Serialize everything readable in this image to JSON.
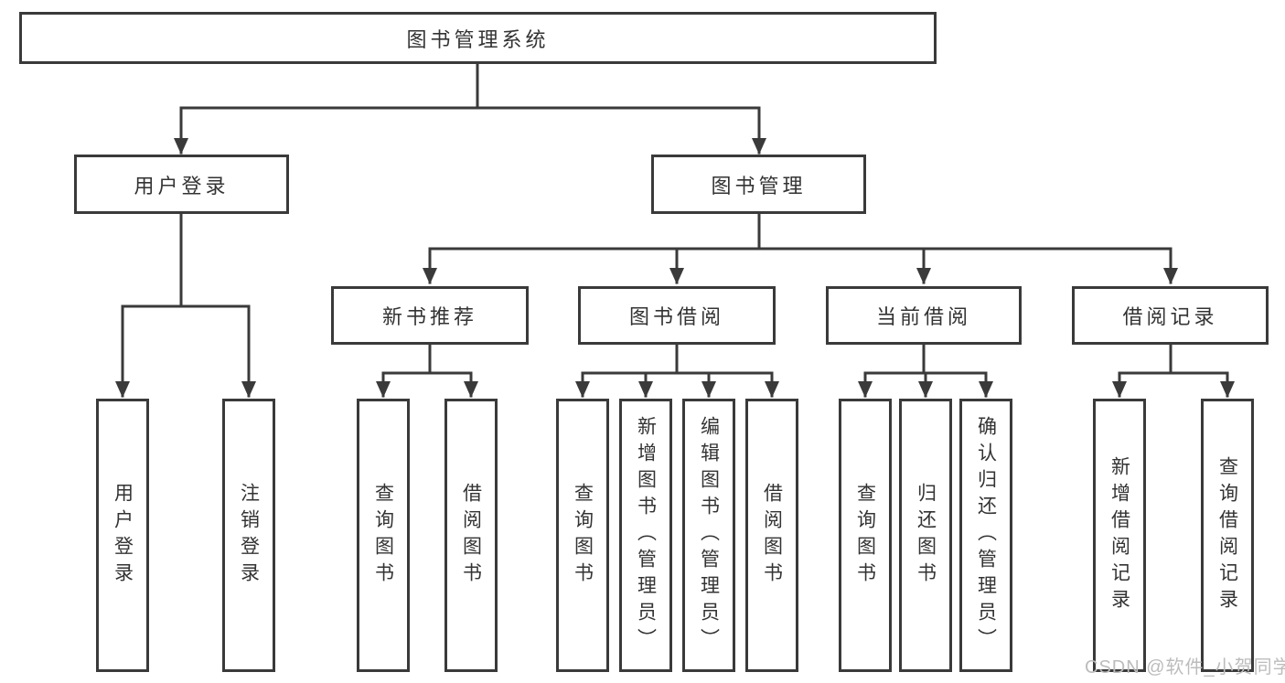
{
  "tree": {
    "label": "图书管理系统",
    "children": [
      {
        "label": "用户登录",
        "children": [
          {
            "label": "用户登录"
          },
          {
            "label": "注销登录"
          }
        ]
      },
      {
        "label": "图书管理",
        "children": [
          {
            "label": "新书推荐",
            "children": [
              {
                "label": "查询图书"
              },
              {
                "label": "借阅图书"
              }
            ]
          },
          {
            "label": "图书借阅",
            "children": [
              {
                "label": "查询图书"
              },
              {
                "label": "新增图书（管理员）"
              },
              {
                "label": "编辑图书（管理员）"
              },
              {
                "label": "借阅图书"
              }
            ]
          },
          {
            "label": "当前借阅",
            "children": [
              {
                "label": "查询图书"
              },
              {
                "label": "归还图书"
              },
              {
                "label": "确认归还（管理员）"
              }
            ]
          },
          {
            "label": "借阅记录",
            "children": [
              {
                "label": "新增借阅记录"
              },
              {
                "label": "查询借阅记录"
              }
            ]
          }
        ]
      }
    ]
  },
  "watermark": "CSDN @软件_小贺同学",
  "colors": {
    "line": "#3a3a3a",
    "box_border": "#3a3a3a",
    "box_fill": "#ffffff",
    "text": "#333333",
    "watermark": "#bcbcbc",
    "background": "#ffffff"
  }
}
